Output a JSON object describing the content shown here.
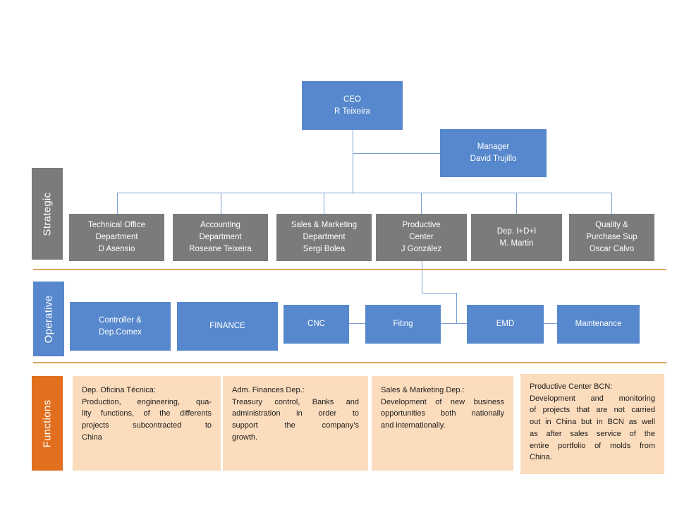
{
  "colors": {
    "node_blue": "#5788cd",
    "node_gray": "#7b7b7b",
    "label_orange": "#e26f1d",
    "function_peach": "#fbdcbd",
    "divider_tan": "#dca55f",
    "connector_blue": "#7aa0d4",
    "node_text": "#ffffff",
    "function_text": "#1c1c1c"
  },
  "top": {
    "ceo": "CEO\nR Teixeira",
    "manager": "Manager\nDavid Trujillo"
  },
  "strategic": {
    "label": "Strategic",
    "boxes": [
      {
        "text": "Technical Office\nDepartment\nD Asensio"
      },
      {
        "text": "Accounting\nDepartment\nRoseane Teixeira"
      },
      {
        "text": "Sales & Marketing\nDepartment\nSergi Bolea"
      },
      {
        "text": "Productive\nCenter\nJ González"
      },
      {
        "text": "Dep. I+D+I\nM. Martin"
      },
      {
        "text": "Quality &\nPurchase  Sup\nOscar Calvo"
      }
    ]
  },
  "operative": {
    "label": "Operative",
    "boxes": [
      {
        "text": "Controller &\nDep.Comex"
      },
      {
        "text": "FINANCE"
      },
      {
        "text": "CNC"
      },
      {
        "text": "Fiting"
      },
      {
        "text": "EMD"
      },
      {
        "text": "Maintenance"
      }
    ]
  },
  "functions": {
    "label": "Functions",
    "boxes": [
      {
        "title": "Dep. Oficina Técnica:",
        "lines": [
          "Production, engineering, qua-",
          "lity functions, of the differents",
          "projects subcontracted to",
          "China"
        ]
      },
      {
        "title": "Adm. Finances Dep.:",
        "lines": [
          "Treasury control, Banks and",
          "administration in order to",
          "support the company’s",
          "growth."
        ]
      },
      {
        "title": "Sales & Marketing Dep.:",
        "lines": [
          "Development of new business",
          "opportunities both nationally",
          "and internationally."
        ]
      },
      {
        "title": "Productive Center BCN:",
        "lines": [
          "Development and monitoring",
          "of projects that are not carried",
          "out in China but in BCN as well",
          "as after sales service of the",
          "entire portfolio of molds from",
          "China."
        ]
      }
    ]
  }
}
